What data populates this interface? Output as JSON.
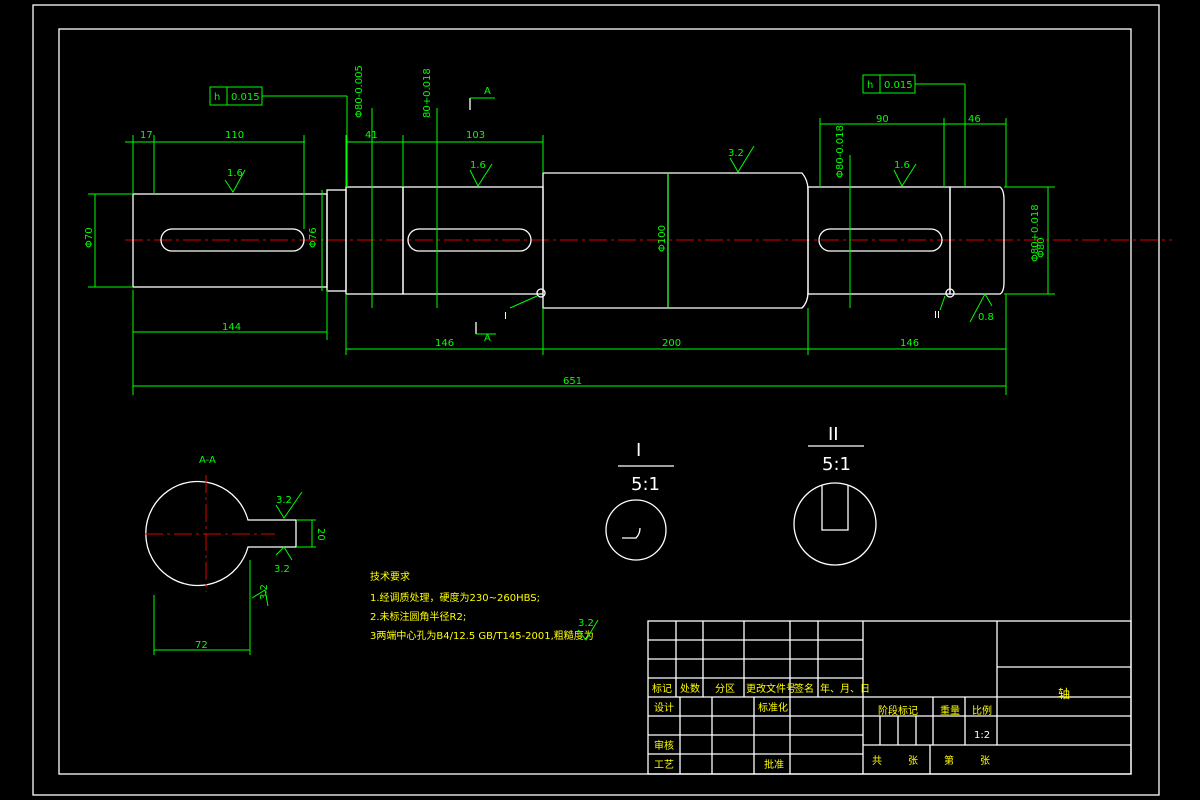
{
  "drawing": {
    "colors": {
      "background": "#000000",
      "outline": "#ffffff",
      "dimension": "#00ff00",
      "centerline": "#dd0000",
      "notes": "#ffff00"
    },
    "dims": {
      "d17": "17",
      "d110": "110",
      "d41": "41",
      "d103": "103",
      "d90": "90",
      "d46": "46",
      "d144": "144",
      "d146a": "146",
      "d200": "200",
      "d146b": "146",
      "d651": "651",
      "phi70": "Φ70",
      "phi76": "Φ76",
      "phi100": "Φ100",
      "phi80": "Φ80",
      "d72": "72",
      "d20": "20"
    },
    "tolerances": {
      "left": "0.015",
      "right": "0.015",
      "tol1": "Φ80-0.005",
      "tol2": "80+0.018",
      "tol3": "Φ80-0.018",
      "tol4": "Φ80+0.018"
    },
    "roughness": {
      "r1": "1.6",
      "r2": "1.6",
      "r3": "3.2",
      "r4": "1.6",
      "r5": "0.8",
      "r6": "3.2",
      "r7": "3.2",
      "r8": "3.2",
      "r9": "3.2"
    },
    "labels": {
      "sectionA1": "A",
      "sectionA2": "A",
      "detailI": "I",
      "detailII": "II",
      "sectionAA": "A-A"
    },
    "details": {
      "I": {
        "label": "I",
        "scale": "5:1"
      },
      "II": {
        "label": "II",
        "scale": "5:1"
      }
    },
    "notes": {
      "title": "技术要求",
      "line1": "1.经调质处理，硬度为230~260HBS;",
      "line2": "2.未标注圆角半径R2;",
      "line3": "3两端中心孔为B4/12.5 GB/T145-2001,粗糙度为"
    },
    "titleblock": {
      "row1": [
        "标记",
        "处数",
        "分区",
        "更改文件号",
        "签名",
        "年、月、日"
      ],
      "design": "设计",
      "standard": "标准化",
      "stage": "阶段标记",
      "weight": "重量",
      "scale_label": "比例",
      "scale_value": "1:2",
      "review": "审核",
      "process": "工艺",
      "approve": "批准",
      "total": "共",
      "sheets1": "张",
      "page": "第",
      "sheets2": "张",
      "part_name": "轴"
    }
  }
}
